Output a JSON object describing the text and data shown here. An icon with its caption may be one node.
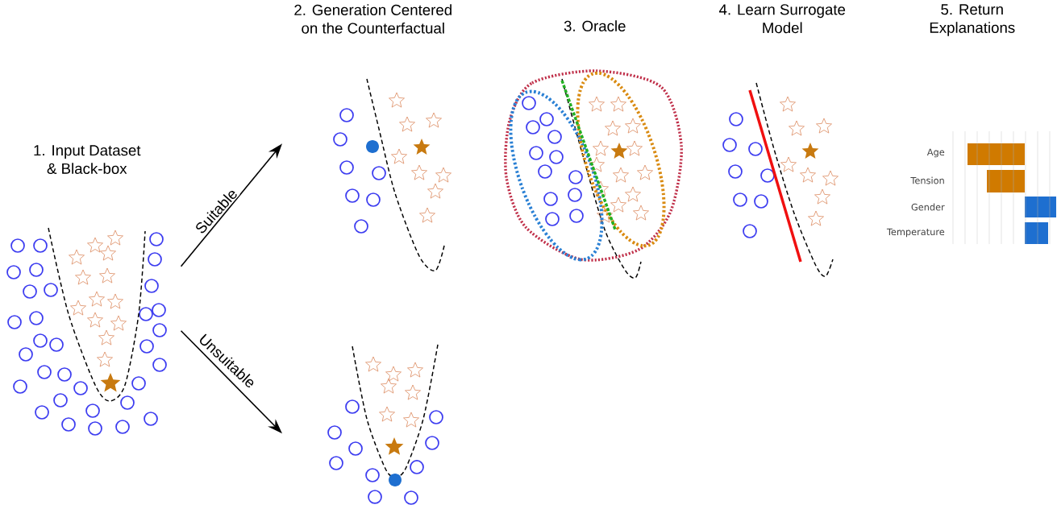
{
  "diagram": {
    "nodes": [
      {
        "text": [
          "1. Input Dataset & Black-box"
        ]
      },
      {
        "text": [
          "2. Generation Centered on the Counterfactual"
        ]
      },
      {
        "text": [],
        "shape": "picture"
      },
      {
        "text": [
          "3. Oracle"
        ]
      },
      {
        "text": [
          "4. Learn Surrogate Model"
        ]
      },
      {
        "text": [
          "5. Return Explanations"
        ]
      }
    ],
    "edges": [
      {
        "from": 0,
        "to": 1,
        "arrow": "to",
        "label": "Suitable"
      },
      {
        "from": 0,
        "to": 2,
        "arrow": "to",
        "label": "Unsuitable"
      }
    ],
    "labels": [
      "Age",
      "Tension",
      "Gender",
      "Temperature"
    ]
  }
}
